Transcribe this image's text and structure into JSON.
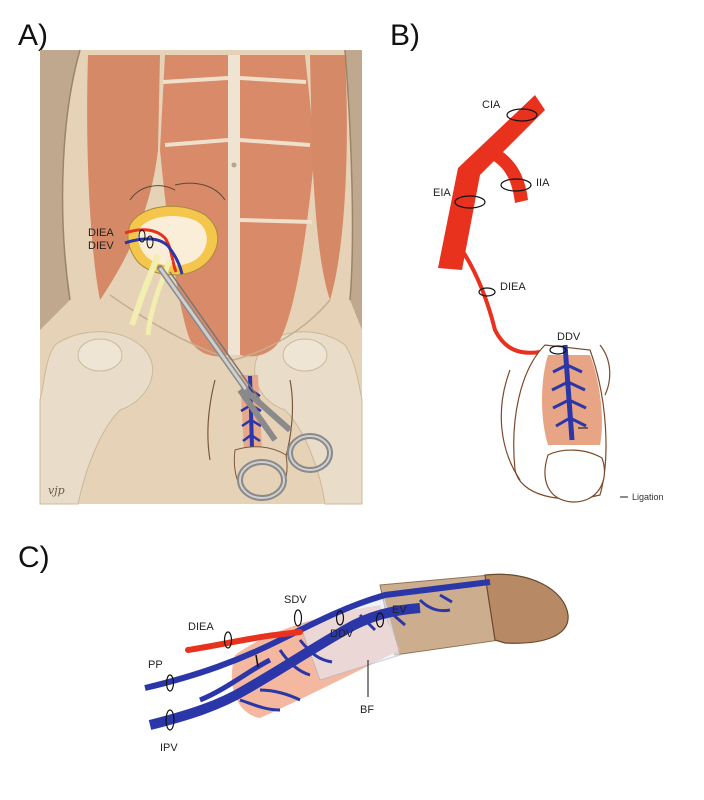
{
  "panels": [
    {
      "letter": "A)",
      "labels": [
        "DIEA",
        "DIEV"
      ],
      "signature": "vjp"
    },
    {
      "letter": "B)",
      "labels": [
        "CIA",
        "IIA",
        "EIA",
        "DIEA",
        "DDV"
      ],
      "legend": "Ligation"
    },
    {
      "letter": "C)",
      "labels": [
        "SDV",
        "DIEA",
        "EV",
        "DDV",
        "PP",
        "BF",
        "IPV"
      ]
    }
  ],
  "colors": {
    "artery": "#e8321e",
    "vein": "#2b36a8",
    "muscle": "#d98a68",
    "skin": "#ead6bc",
    "bone": "#e8dcc8",
    "tissue_pink": "#f4b8a0"
  }
}
